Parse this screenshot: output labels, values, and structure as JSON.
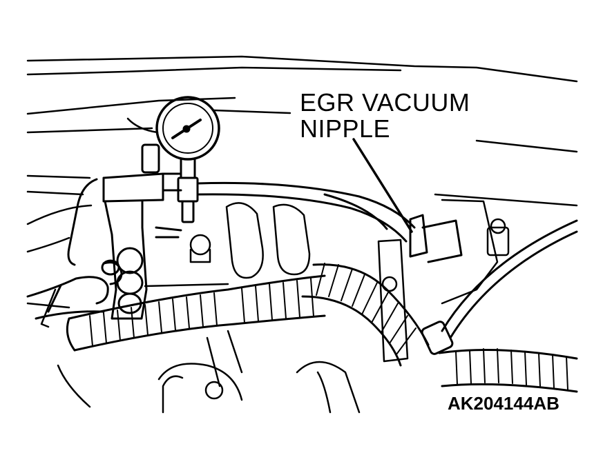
{
  "callout": {
    "line1": "EGR VACUUM",
    "line2": "NIPPLE"
  },
  "figure_code": "AK204144AB",
  "colors": {
    "ink": "#000000",
    "paper": "#ffffff"
  }
}
